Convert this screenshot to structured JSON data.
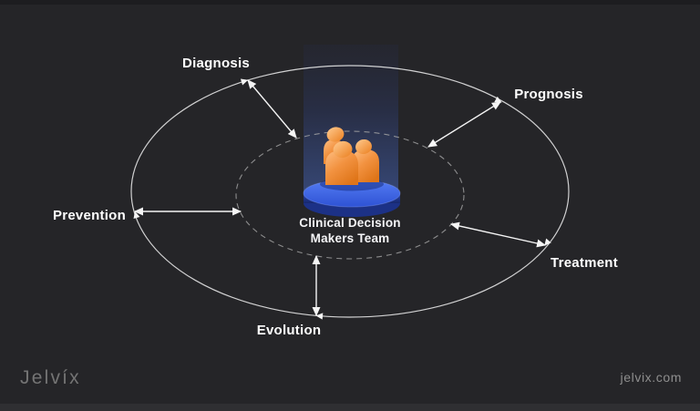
{
  "diagram": {
    "stages": [
      {
        "label": "Diagnosis"
      },
      {
        "label": "Prognosis"
      },
      {
        "label": "Treatment"
      },
      {
        "label": "Evolution"
      },
      {
        "label": "Prevention"
      }
    ],
    "center": {
      "line1": "Clinical Decision",
      "line2": "Makers Team"
    }
  },
  "footer": {
    "logo_text": "Jelvíx",
    "website": "jelvix.com"
  },
  "colors": {
    "background": "#252528",
    "label_text": "#ffffff",
    "accent_orange": "#f29240",
    "platform_blue": "#3c63e6",
    "line_color": "#f2f2f2",
    "dashed_line": "#a8a8a8",
    "footer_text": "#8e8e8e"
  }
}
